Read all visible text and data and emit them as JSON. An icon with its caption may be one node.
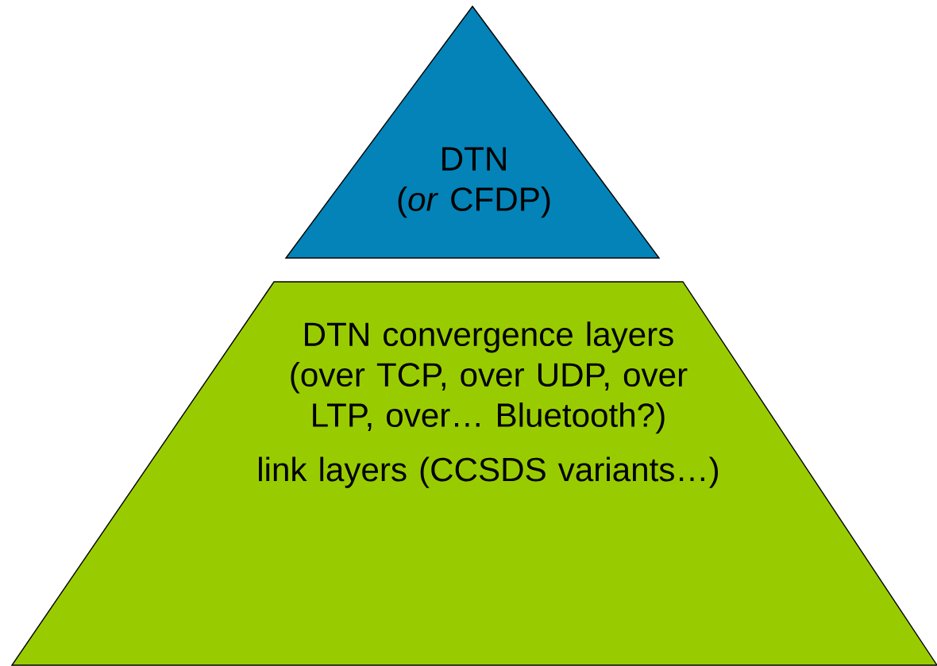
{
  "diagram": {
    "nodes": [
      {
        "text": [
          "DTN",
          "(*or* CFDP)"
        ]
      },
      {
        "text": [
          "DTN convergence layers (over TCP, over UDP, over LTP, over… Bluetooth?)",
          "link layers (CCSDS variants…)"
        ]
      }
    ]
  }
}
